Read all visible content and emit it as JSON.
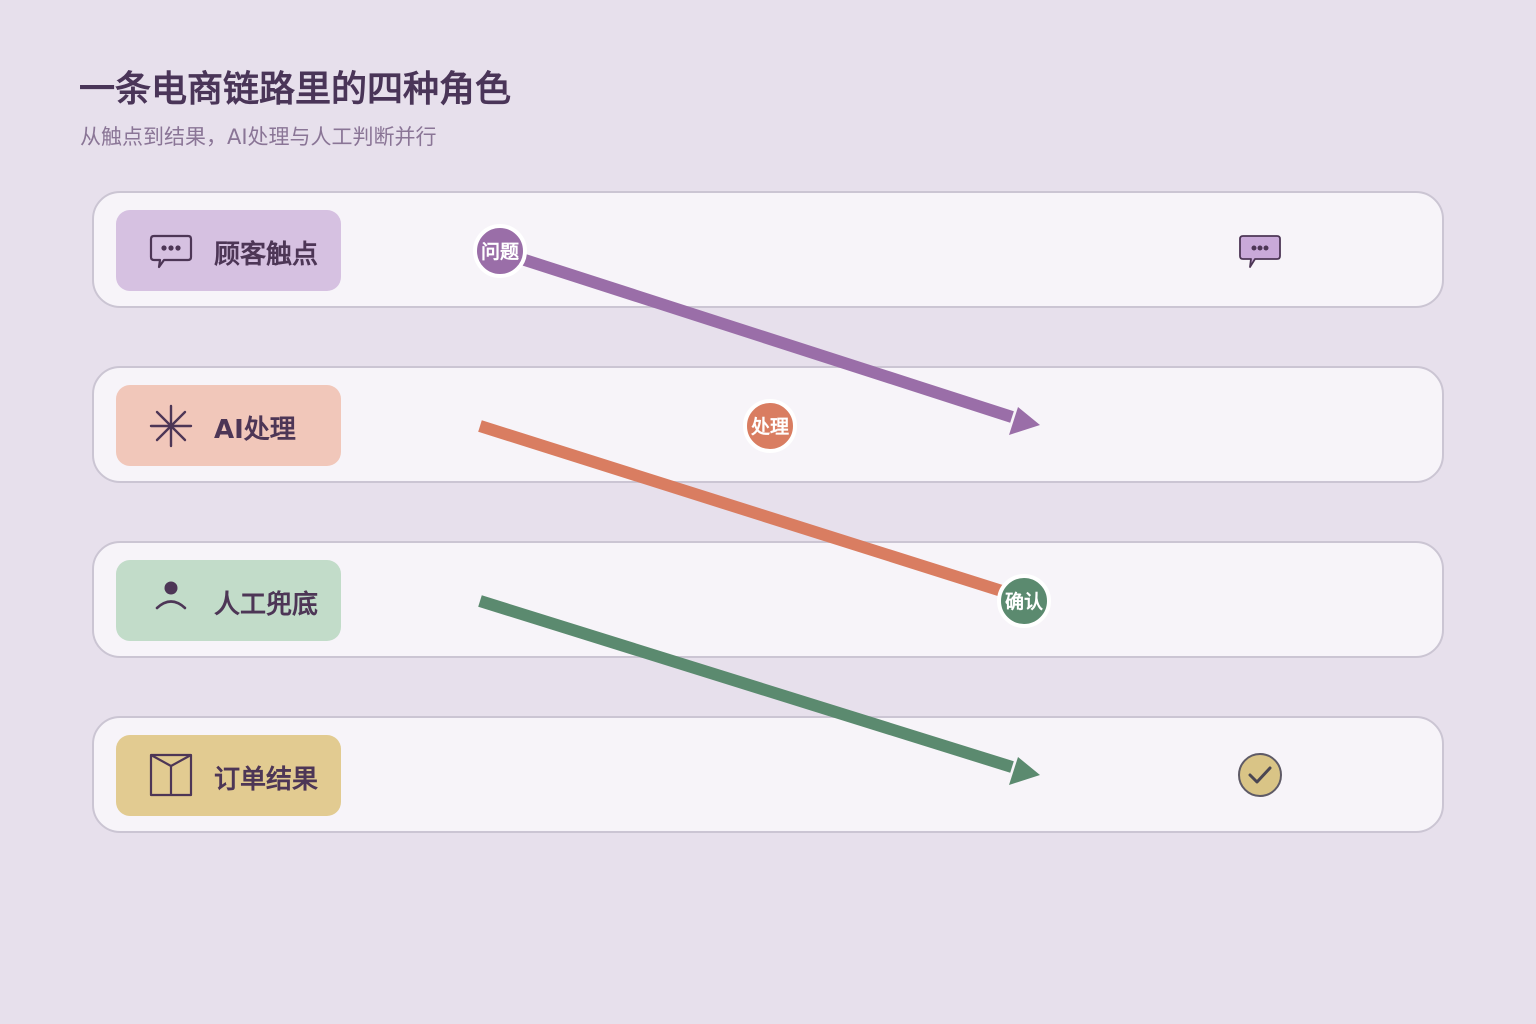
{
  "title": "一条电商链路里的四种角色",
  "subtitle": "从触点到结果，AI处理与人工判断并行",
  "lanes": [
    {
      "label": "顾客触点",
      "icon": "chat-bubble-icon",
      "pill_color": "#d6c1e1"
    },
    {
      "label": "AI处理",
      "icon": "asterisk-spark-icon",
      "pill_color": "#f1c7ba"
    },
    {
      "label": "人工兜底",
      "icon": "person-icon",
      "pill_color": "#c2dcc9"
    },
    {
      "label": "订单结果",
      "icon": "box-icon",
      "pill_color": "#e2cb91"
    }
  ],
  "badges": [
    {
      "label": "问题",
      "color": "#9a6ea8"
    },
    {
      "label": "处理",
      "color": "#d97d61"
    },
    {
      "label": "确认",
      "color": "#5b8a6f"
    }
  ],
  "arrows": [
    {
      "from": "问题",
      "color": "#9a6ea8"
    },
    {
      "from": "AI处理",
      "color": "#d97d61"
    },
    {
      "from": "人工兜底",
      "color": "#5b8a6f"
    }
  ],
  "end_icons": [
    {
      "lane": "顾客触点",
      "icon": "chat-bubble-icon",
      "color": "#c9a9d9"
    },
    {
      "lane": "订单结果",
      "icon": "check-circle-icon",
      "color": "#d9c486"
    }
  ]
}
